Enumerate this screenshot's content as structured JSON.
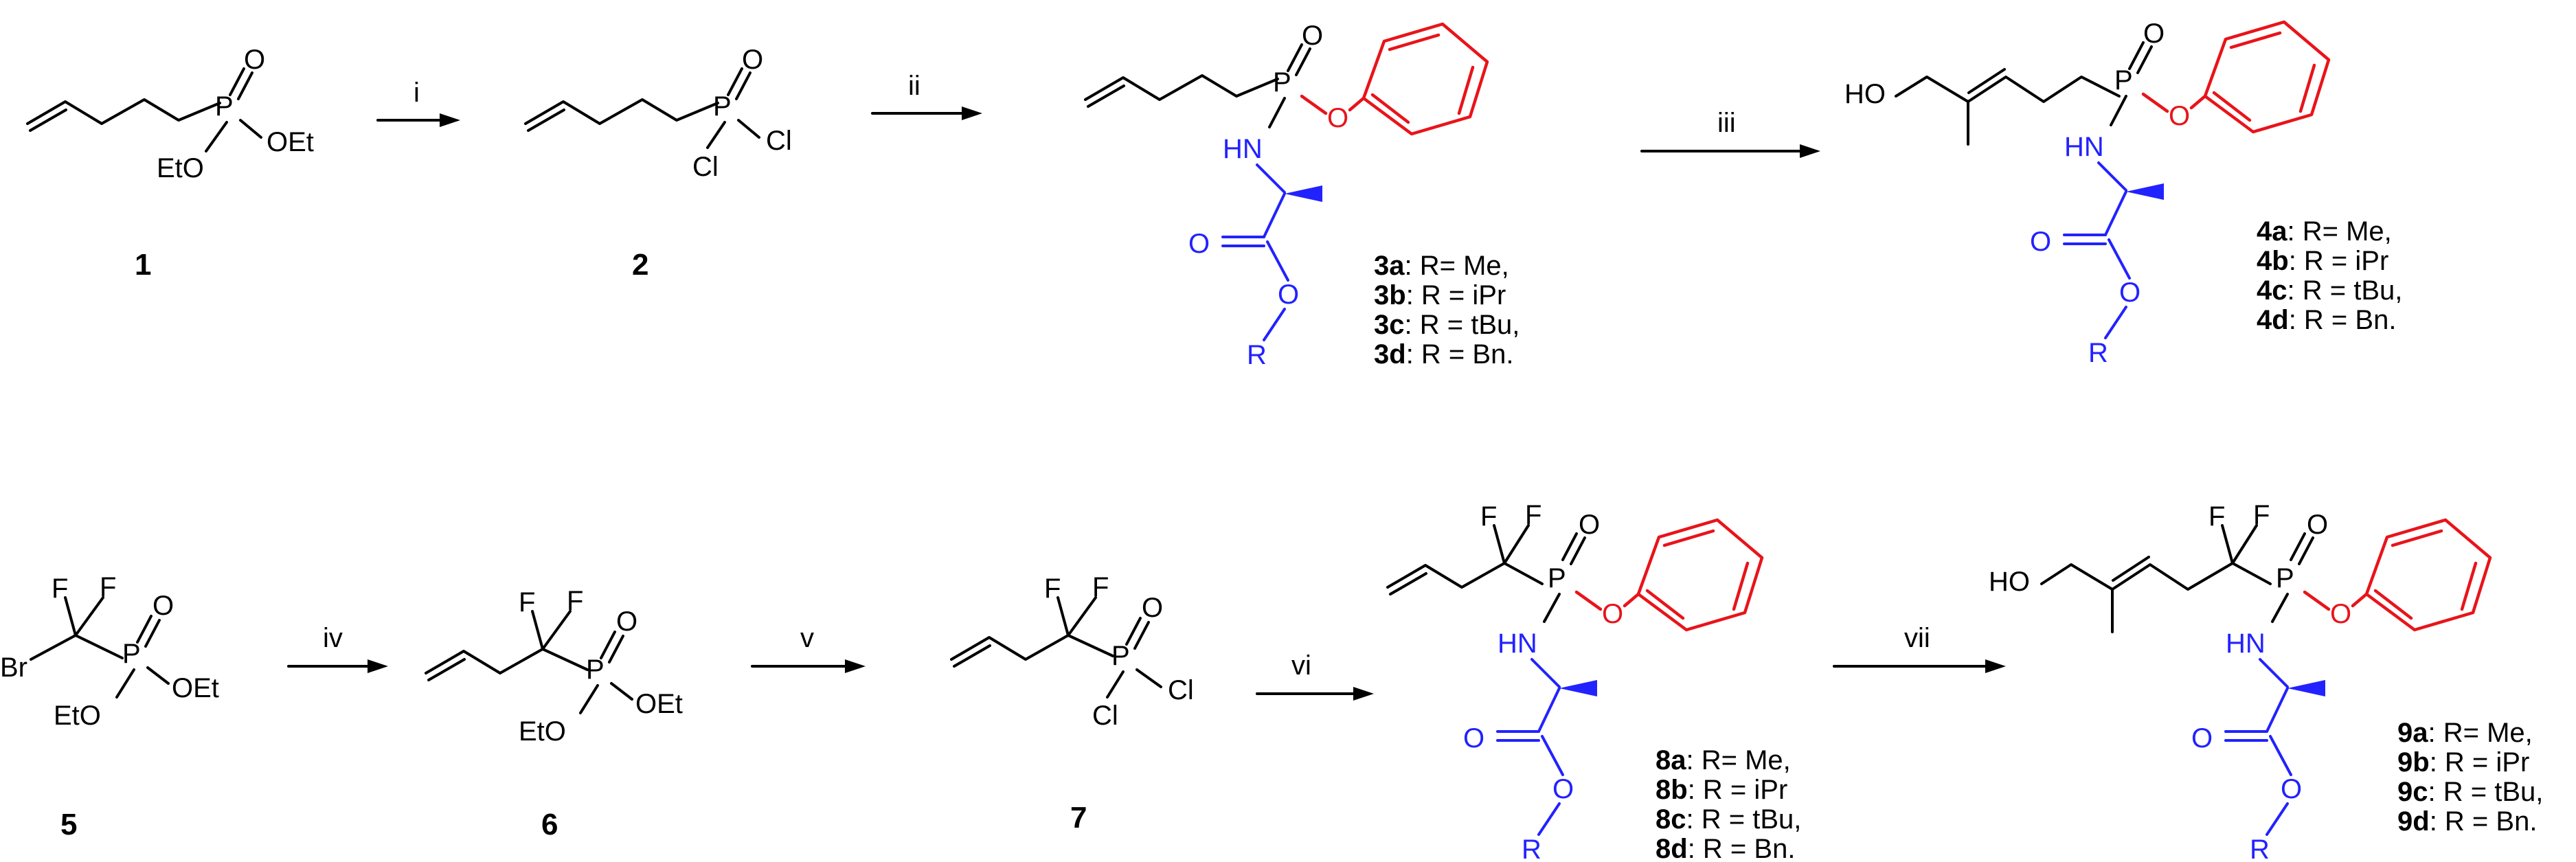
{
  "compounds": {
    "c1": {
      "number": "1",
      "labels": {
        "o": "O",
        "p": "P",
        "oet1": "EtO",
        "oet2": "OEt"
      }
    },
    "c2": {
      "number": "2",
      "labels": {
        "o": "O",
        "p": "P",
        "cl1": "Cl",
        "cl2": "Cl"
      }
    },
    "c3": {
      "variants": [
        {
          "id": "3a",
          "text": ": R= Me,"
        },
        {
          "id": "3b",
          "text": ": R = iPr"
        },
        {
          "id": "3c",
          "text": ": R = tBu,"
        },
        {
          "id": "3d",
          "text": ": R = Bn."
        }
      ]
    },
    "c4": {
      "variants": [
        {
          "id": "4a",
          "text": ": R= Me,"
        },
        {
          "id": "4b",
          "text": ": R = iPr"
        },
        {
          "id": "4c",
          "text": ": R = tBu,"
        },
        {
          "id": "4d",
          "text": ": R = Bn."
        }
      ],
      "ho": "HO"
    },
    "c5": {
      "number": "5",
      "labels": {
        "br": "Br",
        "f1": "F",
        "f2": "F",
        "o": "O",
        "p": "P",
        "oet1": "EtO",
        "oet2": "OEt"
      }
    },
    "c6": {
      "number": "6",
      "labels": {
        "f1": "F",
        "f2": "F",
        "o": "O",
        "p": "P",
        "oet1": "EtO",
        "oet2": "OEt"
      }
    },
    "c7": {
      "number": "7",
      "labels": {
        "f1": "F",
        "f2": "F",
        "o": "O",
        "p": "P",
        "cl1": "Cl",
        "cl2": "Cl"
      }
    },
    "c8": {
      "variants": [
        {
          "id": "8a",
          "text": ": R= Me,"
        },
        {
          "id": "8b",
          "text": ": R = iPr"
        },
        {
          "id": "8c",
          "text": ": R = tBu,"
        },
        {
          "id": "8d",
          "text": ": R = Bn."
        }
      ],
      "f1": "F",
      "f2": "F"
    },
    "c9": {
      "variants": [
        {
          "id": "9a",
          "text": ": R= Me,"
        },
        {
          "id": "9b",
          "text": ": R = iPr"
        },
        {
          "id": "9c",
          "text": ": R = tBu,"
        },
        {
          "id": "9d",
          "text": ": R = Bn."
        }
      ],
      "ho": "HO",
      "f1": "F",
      "f2": "F"
    }
  },
  "prodrug_labels": {
    "o": "O",
    "p": "P",
    "hn": "HN",
    "ester_o1": "O",
    "ester_o2": "O",
    "r": "R",
    "aryl_o": "O"
  },
  "arrows": {
    "i": "i",
    "ii": "ii",
    "iii": "iii",
    "iv": "iv",
    "v": "v",
    "vi": "vi",
    "vii": "vii"
  },
  "colors": {
    "black": "#000000",
    "blue": "#2222ff",
    "red": "#e8141a"
  }
}
